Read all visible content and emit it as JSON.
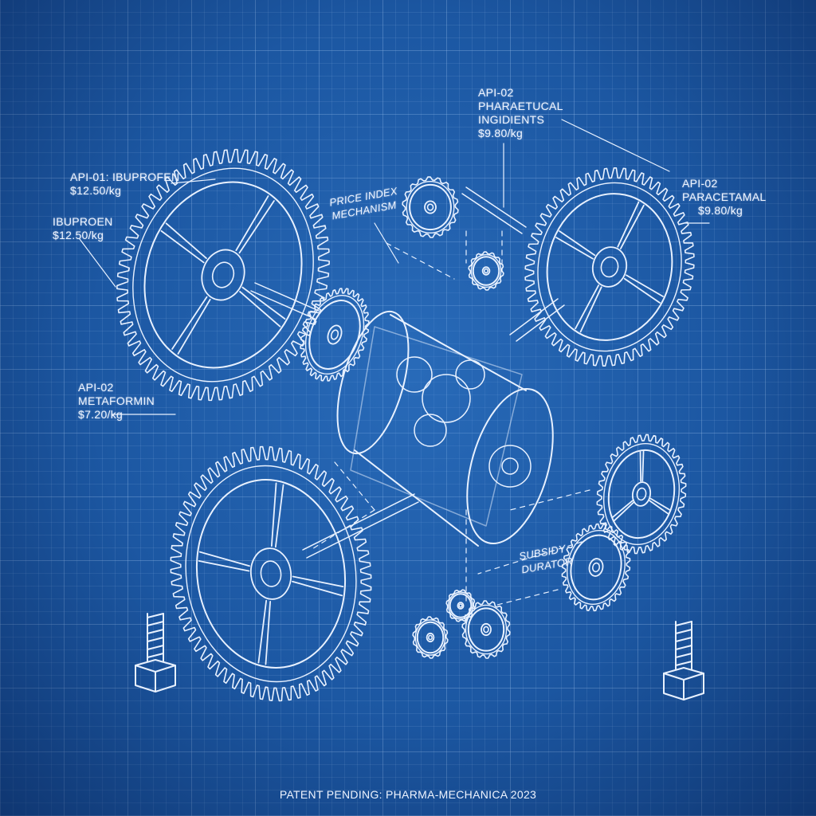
{
  "annotations": {
    "api01_ibuprofen": {
      "line1": "API-01: IBUPROFEN",
      "line2": "$12.50/kg"
    },
    "ibuprofen": {
      "line1": "IBUPROEN",
      "line2": "$12.50/kg"
    },
    "api02_metformin": {
      "line1": "API-02",
      "line2": "METAFORMIN",
      "line3": "$7.20/kg"
    },
    "api02_pharma": {
      "line1": "API-02",
      "line2": "PHARAETUCAL",
      "line3": "INGIDIENTS",
      "line4": "$9.80/kg"
    },
    "api02_paracetamol": {
      "line1": "API-02",
      "line2": "PARACETAMAL",
      "line3": "$9.80/kg"
    },
    "price_index": {
      "line1": "PRICE INDEX",
      "line2": "MECHANISM"
    },
    "subsidy": {
      "line1": "SUBSIDY",
      "line2": "DURATOR"
    }
  },
  "footer": {
    "text": "PATENT PENDING: PHARMA-MECHANICA 2023"
  },
  "colors": {
    "background": "#1d5aa6",
    "ink": "#eef4ff"
  }
}
